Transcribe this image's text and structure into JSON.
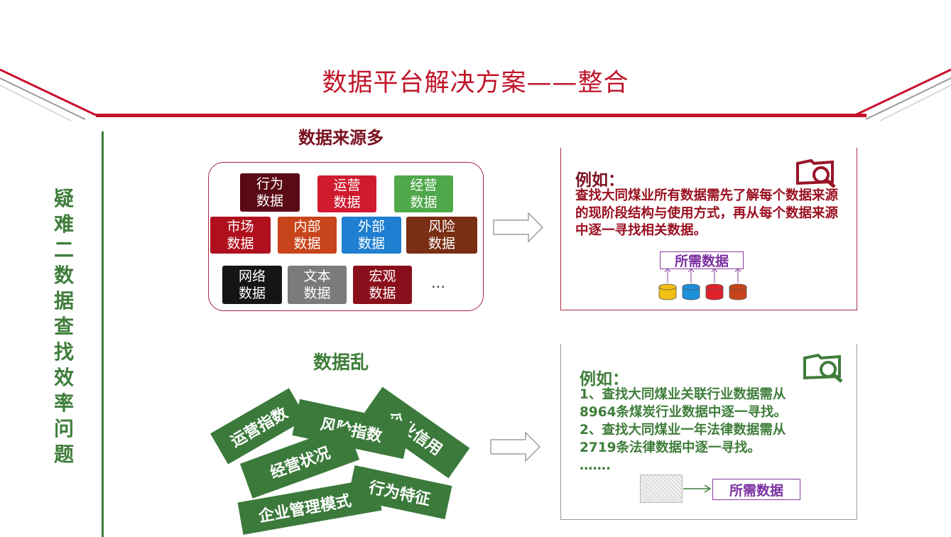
{
  "title": "数据平台解决方案——整合",
  "side_label": "疑难二 数据查找效率问题",
  "section1": {
    "heading": "数据来源多",
    "tags": [
      {
        "label": "行为\n数据",
        "color": "#5a0a14"
      },
      {
        "label": "运营\n数据",
        "color": "#d01a2e"
      },
      {
        "label": "经营\n数据",
        "color": "#4fa84a"
      },
      {
        "label": "市场\n数据",
        "color": "#b0101e"
      },
      {
        "label": "内部\n数据",
        "color": "#c8441a"
      },
      {
        "label": "外部\n数据",
        "color": "#1f7fd0"
      },
      {
        "label": "风险\n数据",
        "color": "#7a2e14"
      },
      {
        "label": "网络\n数据",
        "color": "#151515"
      },
      {
        "label": "文本\n数据",
        "color": "#7b7b7b"
      },
      {
        "label": "宏观\n数据",
        "color": "#8a0f1c"
      }
    ],
    "more": "…",
    "example_label": "例如：",
    "example_text": "查找大同煤业所有数据需先了解每个数据来源的现阶段结构与使用方式，再从每个数据来源中逐一寻找相关数据。",
    "needed_label": "所需数据",
    "db_colors": [
      "#f2c012",
      "#1c90d8",
      "#e0202a",
      "#c8441a"
    ]
  },
  "section2": {
    "heading": "数据乱",
    "tags": [
      "运营指数",
      "风险指数",
      "企业信用",
      "经营状况",
      "行为特征",
      "企业管理模式"
    ],
    "example_label": "例如：",
    "lines": [
      "1、查找大同煤业关联行业数据需从",
      "8964条煤炭行业数据中逐一寻找。",
      "2、查找大同煤业一年法律数据需从",
      "2719条法律数据中逐一寻找。",
      "……."
    ],
    "needed_label": "所需数据"
  },
  "colors": {
    "title_red": "#c0152a",
    "dark_red": "#7a1020",
    "green": "#3f7d3a"
  }
}
